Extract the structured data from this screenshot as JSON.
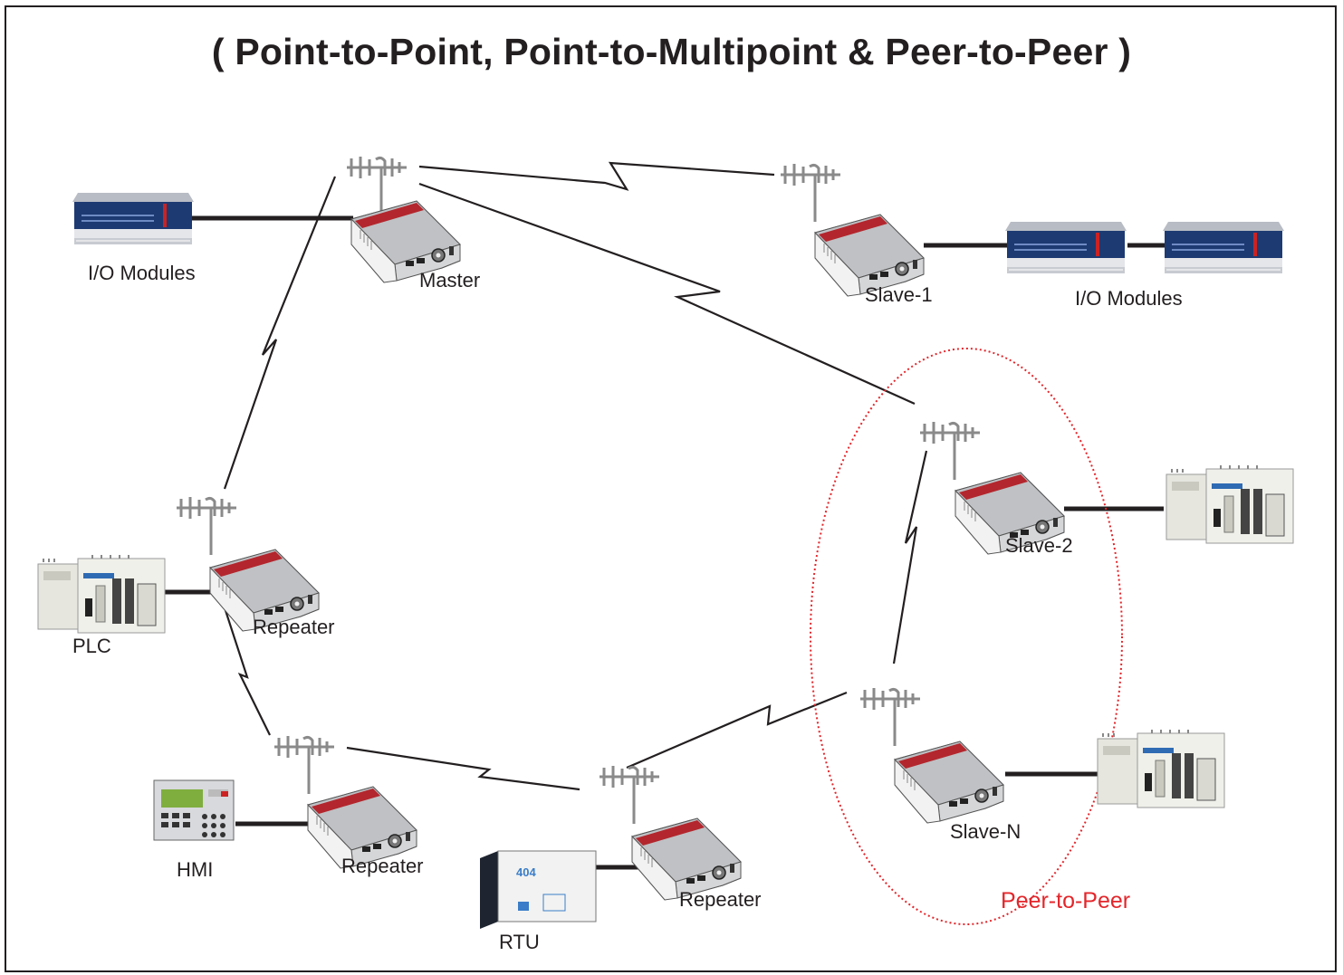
{
  "title": "( Point-to-Point, Point-to-Multipoint & Peer-to-Peer )",
  "labels": {
    "io_modules_left": "I/O Modules",
    "master": "Master",
    "slave1": "Slave-1",
    "io_modules_right": "I/O Modules",
    "slave2": "Slave-2",
    "plc": "PLC",
    "repeater_left": "Repeater",
    "hmi": "HMI",
    "repeater_bottom_left": "Repeater",
    "rtu": "RTU",
    "repeater_bottom_center": "Repeater",
    "slave_n": "Slave-N",
    "peer_to_peer": "Peer-to-Peer"
  },
  "device_text": {
    "rtu_badge": "404"
  },
  "colors": {
    "line": "#231f20",
    "accent_red": "#e3262b",
    "radio_body": "#d9dadc",
    "radio_stripe": "#b3262d",
    "module_blue": "#1d3a72",
    "plc_body": "#e8e8e2"
  },
  "icons": [
    "antenna-icon",
    "radio-modem-icon",
    "io-module-icon",
    "plc-icon",
    "hmi-icon",
    "rtu-icon"
  ]
}
